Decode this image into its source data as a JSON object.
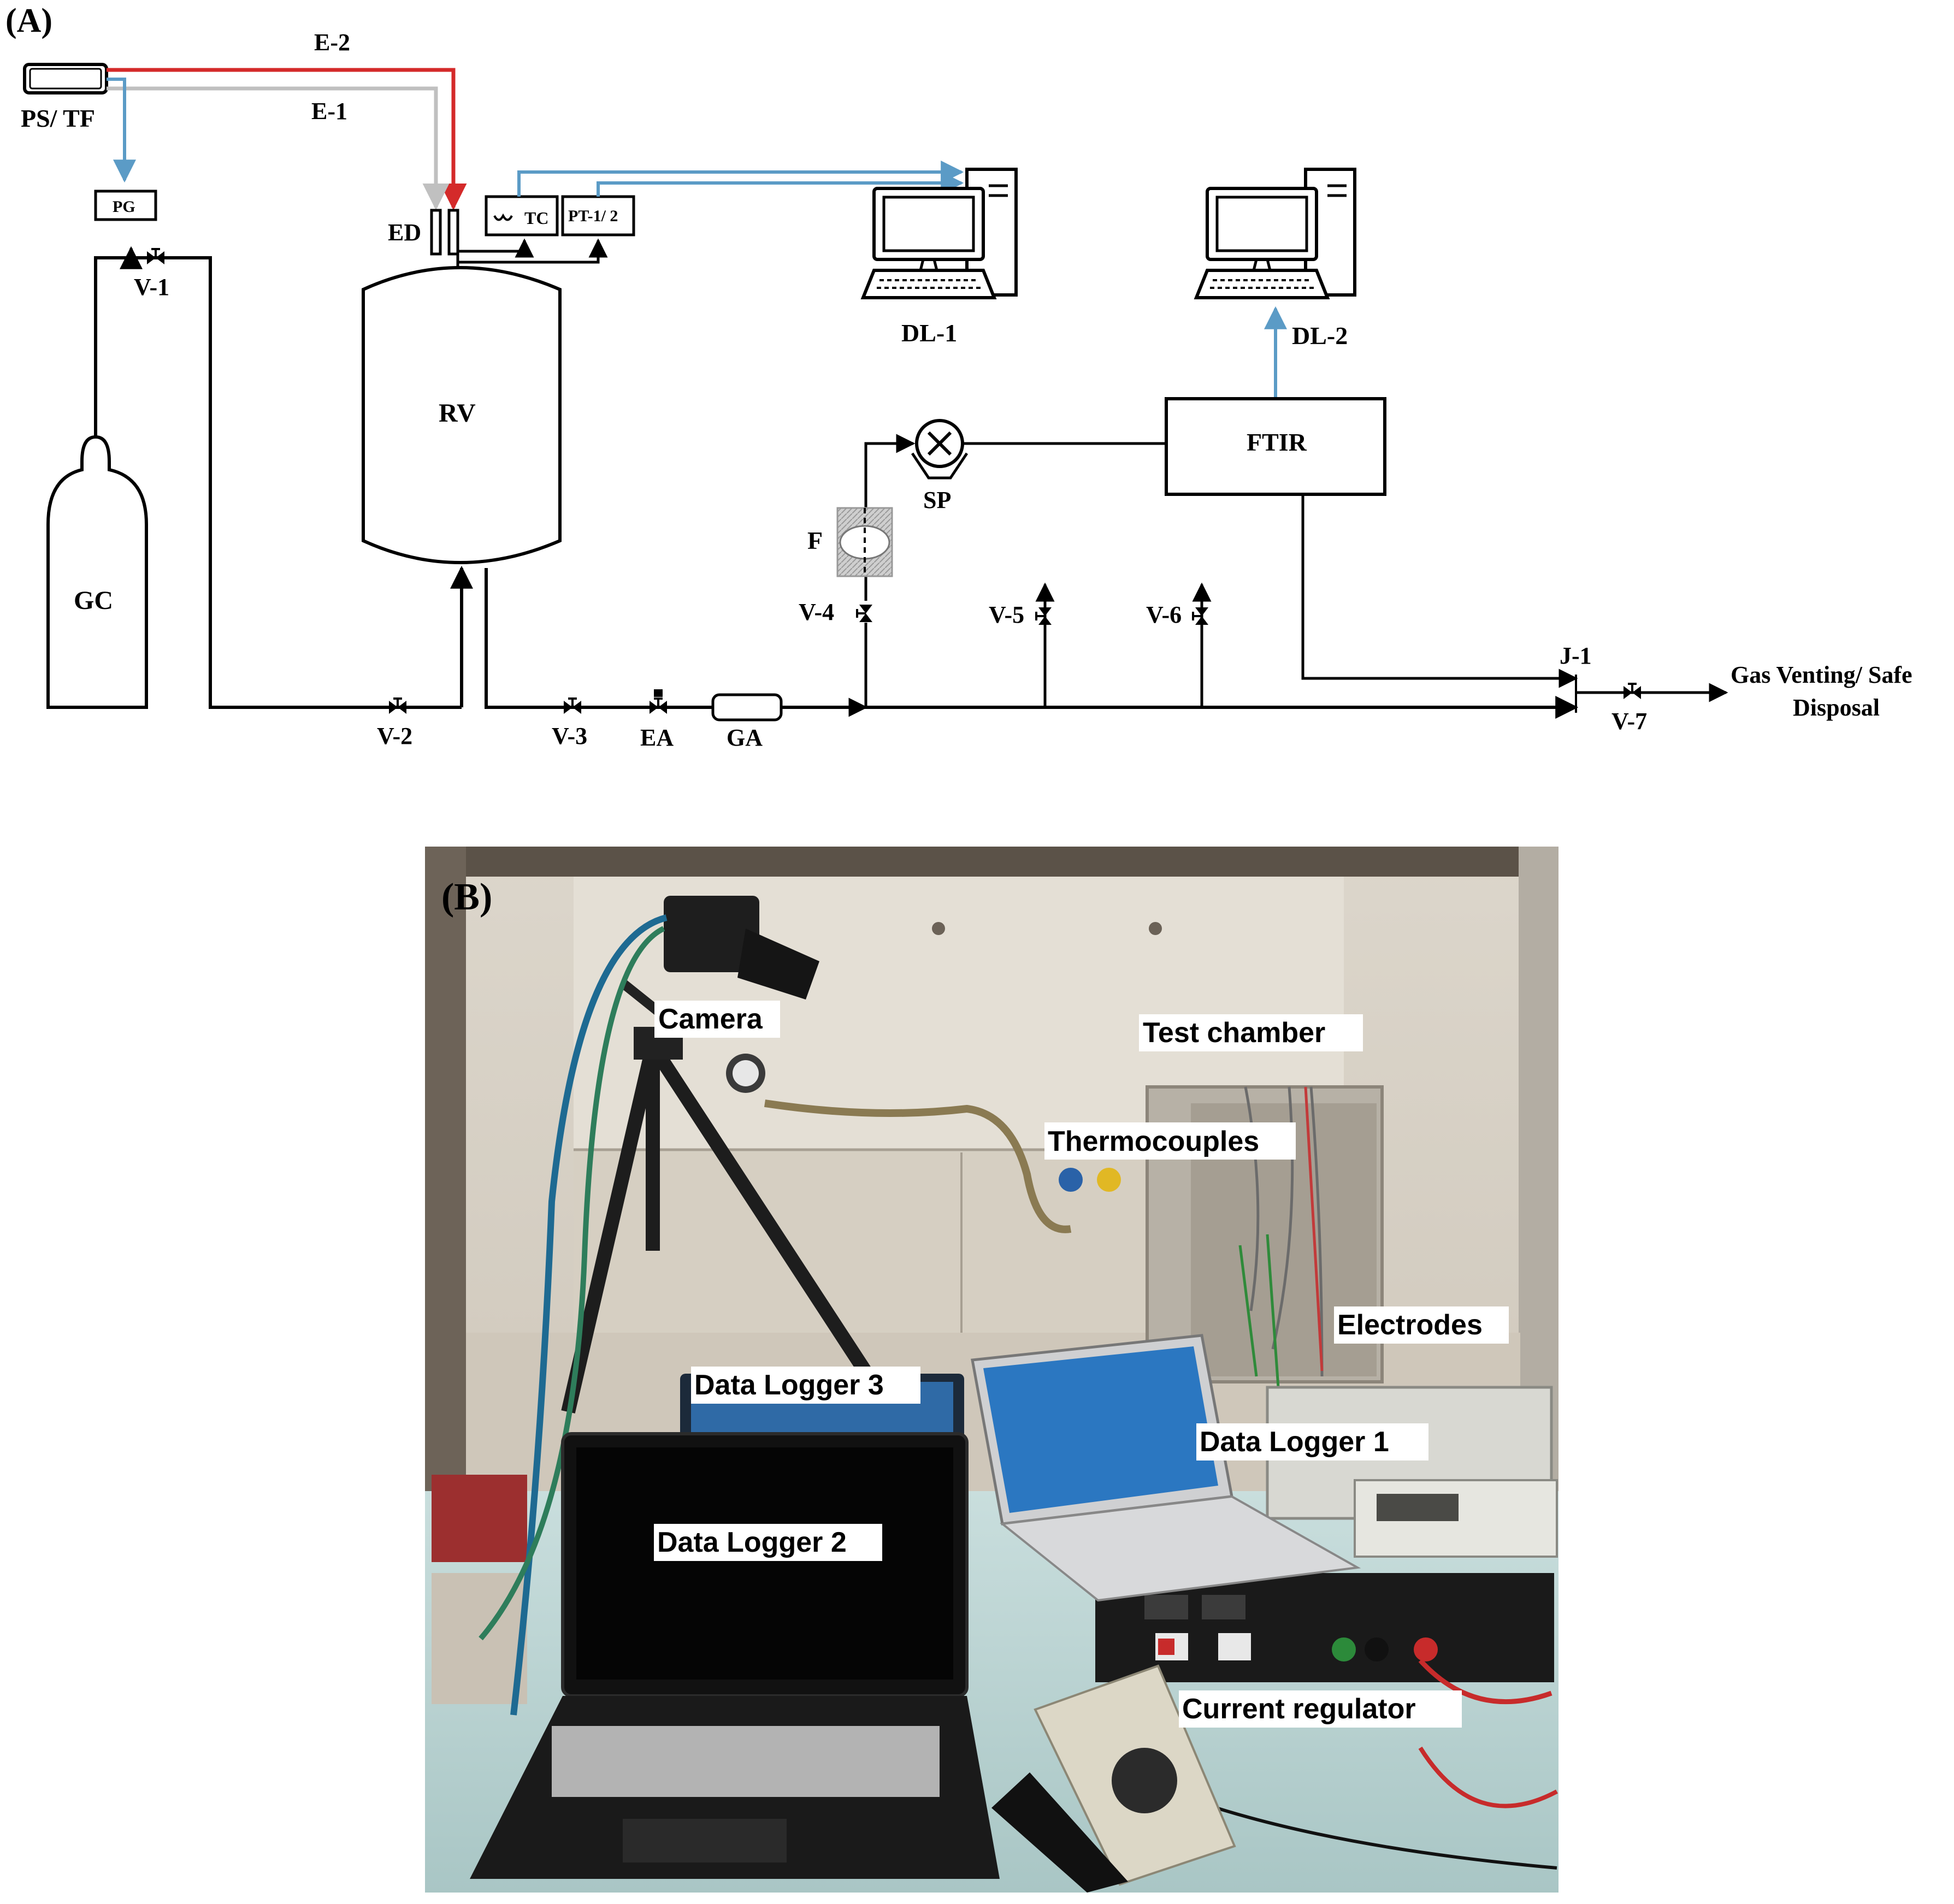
{
  "panel_a": {
    "label": "(A)",
    "components": {
      "ps_tf": "PS/ TF",
      "e2": "E-2",
      "e1": "E-1",
      "pg": "PG",
      "v1": "V-1",
      "gc": "GC",
      "ed": "ED",
      "tc": "TC",
      "pt": "PT-1/ 2",
      "rv": "RV",
      "dl1": "DL-1",
      "dl2": "DL-2",
      "ftir": "FTIR",
      "sp": "SP",
      "f": "F",
      "v2": "V-2",
      "v3": "V-3",
      "ea": "EA",
      "ga": "GA",
      "v4": "V-4",
      "v5": "V-5",
      "v6": "V-6",
      "j1": "J-1",
      "v7": "V-7",
      "outlet_line1": "Gas Venting/ Safe",
      "outlet_line2": "Disposal"
    },
    "colors": {
      "e2_wire": "#d42a2a",
      "e1_wire": "#c0c0c0",
      "signal_line": "#5b9bc6"
    }
  },
  "panel_b": {
    "label": "(B)",
    "labels": {
      "camera": "Camera",
      "test_chamber": "Test chamber",
      "thermocouples": "Thermocouples",
      "electrodes": "Electrodes",
      "data_logger_3": "Data Logger 3",
      "data_logger_1": "Data Logger 1",
      "data_logger_2": "Data Logger 2",
      "current_regulator": "Current regulator"
    }
  }
}
